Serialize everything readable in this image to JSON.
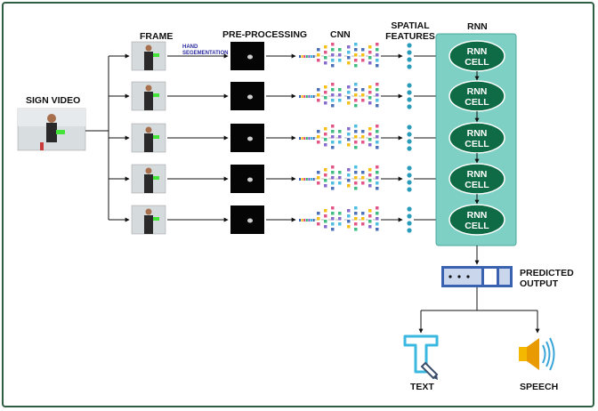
{
  "labels": {
    "sign_video": "SIGN VIDEO",
    "frame": "FRAME",
    "hand_segmentation": "HAND SEGEMENTATION",
    "pre_processing": "PRE-PROCESSING",
    "cnn": "CNN",
    "spatial_features_line1": "SPATIAL",
    "spatial_features_line2": "FEATURES",
    "rnn": "RNN",
    "predicted_output_line1": "PREDICTED",
    "predicted_output_line2": "OUTPUT",
    "text": "TEXT",
    "speech": "SPEECH"
  },
  "rnn_cells": [
    {
      "line1": "RNN",
      "line2": "CELL"
    },
    {
      "line1": "RNN",
      "line2": "CELL"
    },
    {
      "line1": "RNN",
      "line2": "CELL"
    },
    {
      "line1": "RNN",
      "line2": "CELL"
    },
    {
      "line1": "RNN",
      "line2": "CELL"
    }
  ],
  "colors": {
    "border": "#2e5e43",
    "rnn_panel": "#7ecfc4",
    "rnn_cell": "#0f6b45",
    "arrow": "#111111",
    "feature_dot": "#2a9bb8",
    "output_box": "#3a62b0",
    "text_icon": "#3bb8e0",
    "speech_icon": "#f5b800"
  }
}
